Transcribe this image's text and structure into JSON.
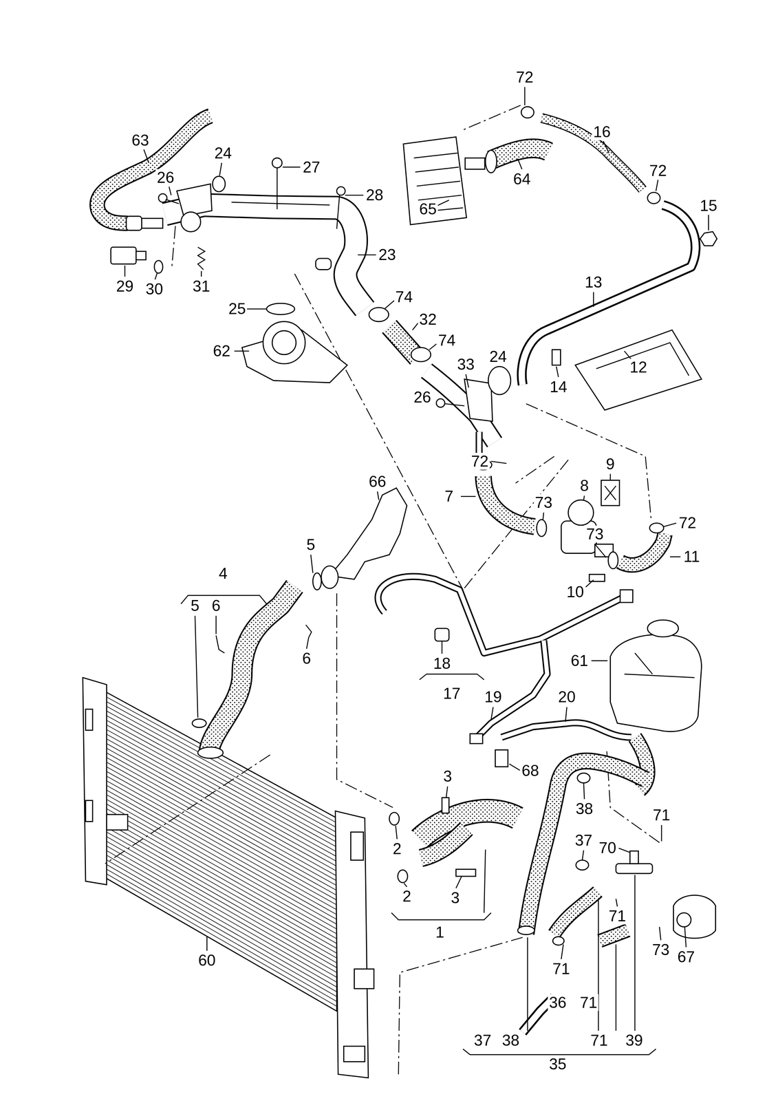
{
  "diagram": {
    "labels": [
      "72",
      "63",
      "16",
      "24",
      "27",
      "26",
      "72",
      "28",
      "64",
      "65",
      "15",
      "23",
      "29",
      "30",
      "31",
      "13",
      "74",
      "25",
      "32",
      "74",
      "12",
      "62",
      "14",
      "33",
      "24",
      "26",
      "72",
      "9",
      "66",
      "8",
      "7",
      "73",
      "72",
      "73",
      "11",
      "5",
      "4",
      "10",
      "6",
      "5",
      "6",
      "18",
      "61",
      "17",
      "19",
      "20",
      "68",
      "3",
      "38",
      "71",
      "37",
      "70",
      "2",
      "3",
      "2",
      "71",
      "73",
      "67",
      "1",
      "71",
      "36",
      "71",
      "60",
      "37",
      "38",
      "35",
      "71",
      "39"
    ]
  }
}
